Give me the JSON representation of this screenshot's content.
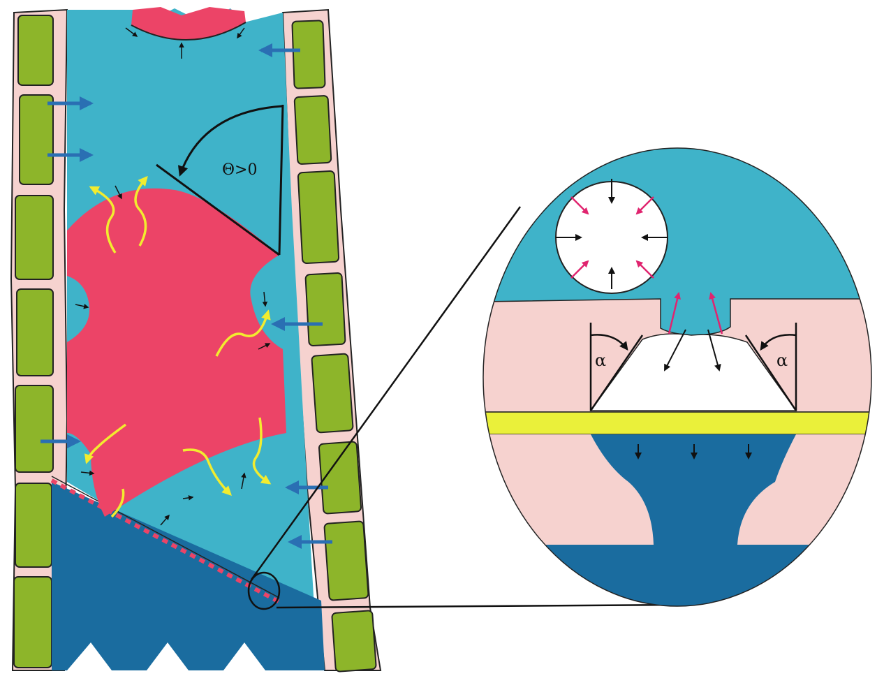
{
  "labels": {
    "theta": "Θ>0",
    "alpha_left": "α",
    "alpha_right": "α"
  },
  "colors": {
    "background": "#ffffff",
    "cell_wall": "#f6d2cf",
    "wall_cells": "#8db52a",
    "cell_outline": "#222222",
    "water": "#3fb3c9",
    "gas_embolism": "#ec4467",
    "dark_water": "#1a6c9f",
    "membrane": "#eaf03a",
    "yellow_arrows": "#f2ec2f",
    "blue_arrows": "#2a6fb3",
    "magenta_arrows": "#e0246f",
    "black_arrows": "#111111"
  },
  "icons": [
    "blue-inflow-arrow",
    "yellow-wavy-arrow",
    "black-pressure-arrow",
    "magenta-pressure-arrow"
  ]
}
